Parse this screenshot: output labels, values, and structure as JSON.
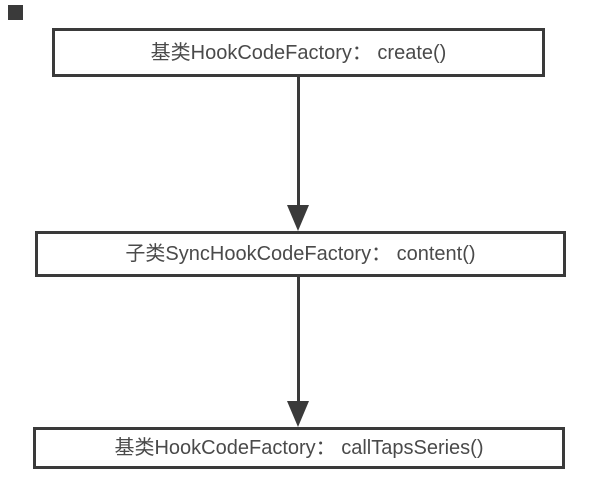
{
  "diagram": {
    "colors": {
      "background": "#ffffff",
      "stroke": "#3a3a3a",
      "text": "#4a4a4a"
    },
    "corner_marker_icon": "small-black-square",
    "nodes": [
      {
        "id": "base-create",
        "label": "基类HookCodeFactory： create()"
      },
      {
        "id": "sub-content",
        "label": "子类SyncHookCodeFactory： content()"
      },
      {
        "id": "base-calltapsseries",
        "label": "基类HookCodeFactory： callTapsSeries()"
      }
    ],
    "edges": [
      {
        "from": "base-create",
        "to": "sub-content",
        "direction": "down"
      },
      {
        "from": "sub-content",
        "to": "base-calltapsseries",
        "direction": "down"
      }
    ]
  }
}
